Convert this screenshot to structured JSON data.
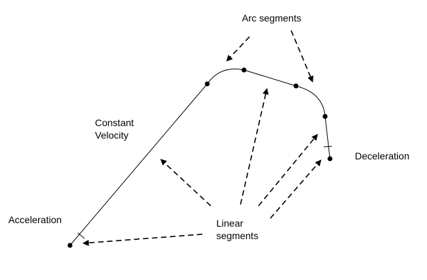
{
  "labels": {
    "arc_segments": "Arc segments",
    "constant_velocity": [
      "Constant",
      "Velocity"
    ],
    "deceleration": "Deceleration",
    "acceleration": "Acceleration",
    "linear_segments": [
      "Linear",
      "segments"
    ]
  },
  "colors": {
    "path": "#000000",
    "arrow": "#000000",
    "background": "#ffffff"
  }
}
